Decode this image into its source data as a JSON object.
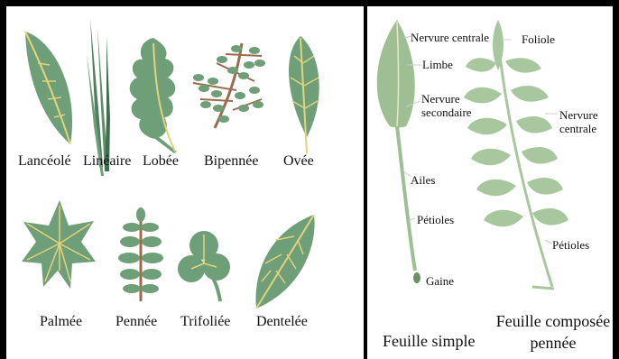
{
  "colors": {
    "leaf": "#6f9f78",
    "leaf_dark": "#4f7f5e",
    "vein": "#e2d27a",
    "stem": "#9c6b4d",
    "frame": "#000000",
    "simple_leaf": "#9dbf93",
    "compound_leaf": "#a9c79f"
  },
  "left_panel": {
    "shapes": [
      {
        "label": "Lancéolé"
      },
      {
        "label": "Linéaire"
      },
      {
        "label": "Lobée"
      },
      {
        "label": "Bipennée"
      },
      {
        "label": "Ovée"
      },
      {
        "label": "Palmée"
      },
      {
        "label": "Pennée"
      },
      {
        "label": "Trifoliée"
      },
      {
        "label": "Dentelée"
      }
    ]
  },
  "right_panel": {
    "simple_leaf": {
      "caption": "Feuille simple",
      "parts": [
        "Nervure centrale",
        "Limbe",
        "Nervure secondaire",
        "Ailes",
        "Pétioles",
        "Gaine"
      ]
    },
    "compound_leaf": {
      "caption_line1": "Feuille composée",
      "caption_line2": "pennée",
      "parts": [
        "Foliole",
        "Nervure centrale",
        "Pétioles"
      ]
    }
  }
}
